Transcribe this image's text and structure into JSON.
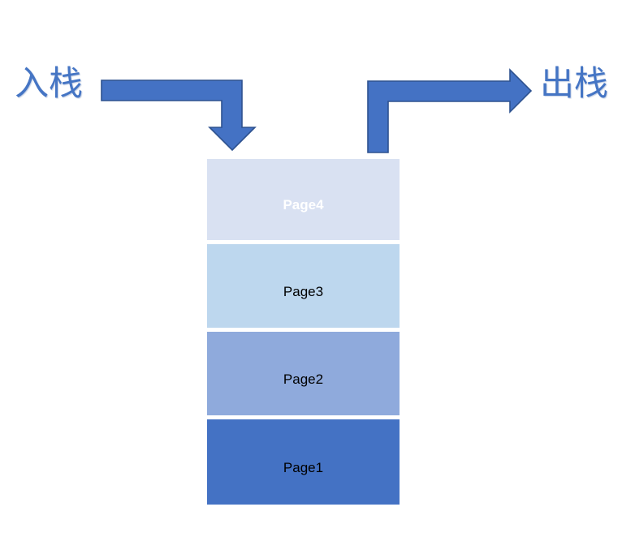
{
  "diagram": {
    "title_push": "入栈",
    "title_pop": "出栈",
    "arrows": [
      {
        "name": "push-arrow",
        "direction": "down",
        "label": "入栈",
        "color": "#4472C4",
        "outline": "#2E528F"
      },
      {
        "name": "pop-arrow",
        "direction": "right",
        "label": "出栈",
        "color": "#4472C4",
        "outline": "#2E528F"
      }
    ],
    "stack": {
      "name": "page-stack",
      "order": "top-to-bottom",
      "blocks": [
        {
          "label": "Page4",
          "fill": "#D9E1F2",
          "text_color": "#FFFFFF",
          "bold": true
        },
        {
          "label": "Page3",
          "fill": "#BDD7EE",
          "text_color": "#000000",
          "bold": false
        },
        {
          "label": "Page2",
          "fill": "#8FAADC",
          "text_color": "#000000",
          "bold": false
        },
        {
          "label": "Page1",
          "fill": "#4472C4",
          "text_color": "#000000",
          "bold": false
        }
      ]
    }
  }
}
